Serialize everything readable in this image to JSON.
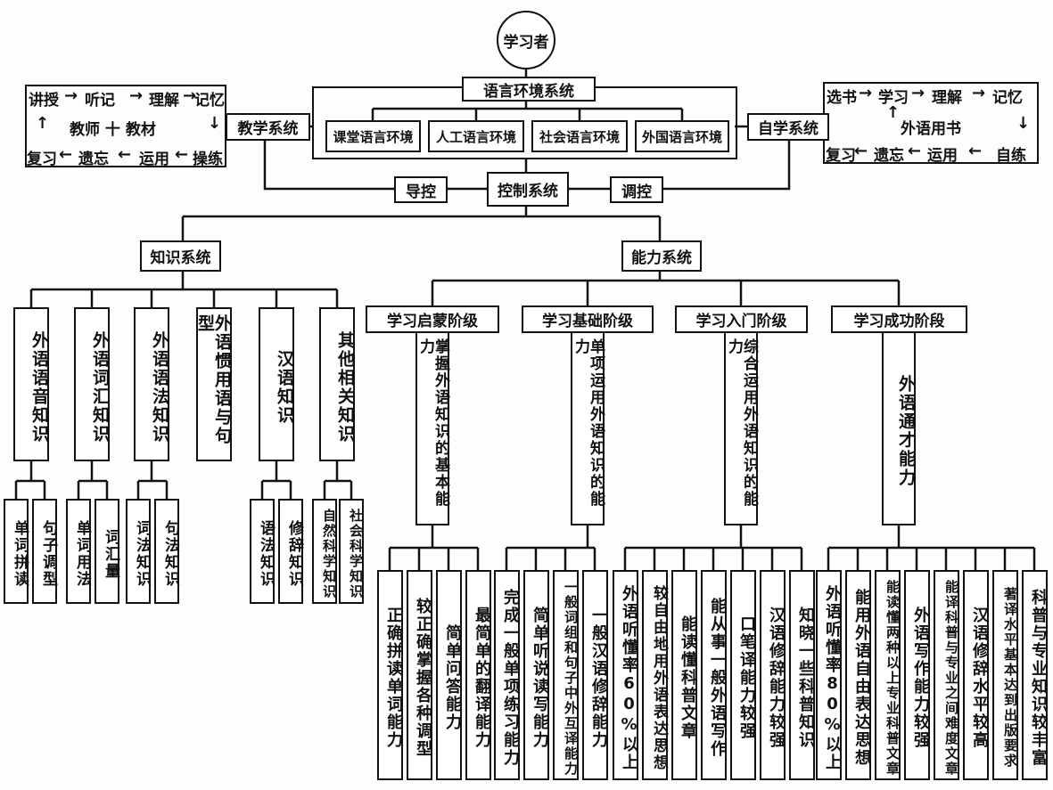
{
  "learner": "学习者",
  "env": {
    "title": "语言环境系统",
    "items": [
      "课堂语言环境",
      "人工语言环境",
      "社会语言环境",
      "外国语言环境"
    ]
  },
  "teaching": {
    "title": "教学系统",
    "row1": [
      "讲授",
      "听记",
      "理解",
      "记忆"
    ],
    "center": "教师 十 教材",
    "row2": [
      "复习",
      "遗忘",
      "运用",
      "操练"
    ]
  },
  "self": {
    "title": "自学系统",
    "row1": [
      "选书",
      "学习",
      "理解",
      "记忆"
    ],
    "center": "外语用书",
    "row2": [
      "复习",
      "遗忘",
      "运用",
      "自练"
    ]
  },
  "control": {
    "title": "控制系统",
    "left": "导控",
    "right": "调控"
  },
  "knowledge": {
    "title": "知识系统",
    "items": [
      {
        "label": "外语语音知识",
        "subs": [
          "单词拼读",
          "句子调型"
        ]
      },
      {
        "label": "外语词汇知识",
        "subs": [
          "单词用法",
          "词汇量"
        ]
      },
      {
        "label": "外语语法知识",
        "subs": [
          "词法知识",
          "句法知识"
        ]
      },
      {
        "label": "外语惯用语与句型",
        "subs": []
      },
      {
        "label": "汉语知识",
        "subs": [
          "语法知识",
          "修辞知识"
        ]
      },
      {
        "label": "其他相关知识",
        "subs": [
          "自然科学知识",
          "社会科学知识"
        ]
      }
    ]
  },
  "ability": {
    "title": "能力系统",
    "stages": [
      {
        "label": "学习启蒙阶级",
        "goal": "掌握外语知识的基本能力",
        "items": [
          "正确拼读单词能力",
          "较正确掌握各种调型",
          "简单问答能力",
          "最简单的翻译能力"
        ]
      },
      {
        "label": "学习基础阶级",
        "goal": "单项运用外语知识的能力",
        "items": [
          "完成一般单项练习能力",
          "简单听说读写能力",
          "一般词组和句子中外互译能力",
          "一般汉语修辞能力"
        ]
      },
      {
        "label": "学习入门阶级",
        "goal": "综合运用外语知识的能力",
        "items": [
          "外语听懂率60%以上",
          "较自由地用外语表达思想",
          "能读懂科普文章",
          "能从事一般外语写作",
          "口笔译能力较强",
          "汉语修辞能力较强",
          "知晓一些科普知识"
        ]
      },
      {
        "label": "学习成功阶段",
        "goal": "外语通才能力",
        "items": [
          "外语听懂率80%以上",
          "能用外语自由表达思想",
          "能读懂两种以上专业科普文章",
          "外语写作能力较强",
          "能译科普与专业之间难度文章",
          "汉语修辞水平较高",
          "著译水平基本达到出版要求",
          "科普与专业知识较丰富"
        ]
      }
    ]
  }
}
